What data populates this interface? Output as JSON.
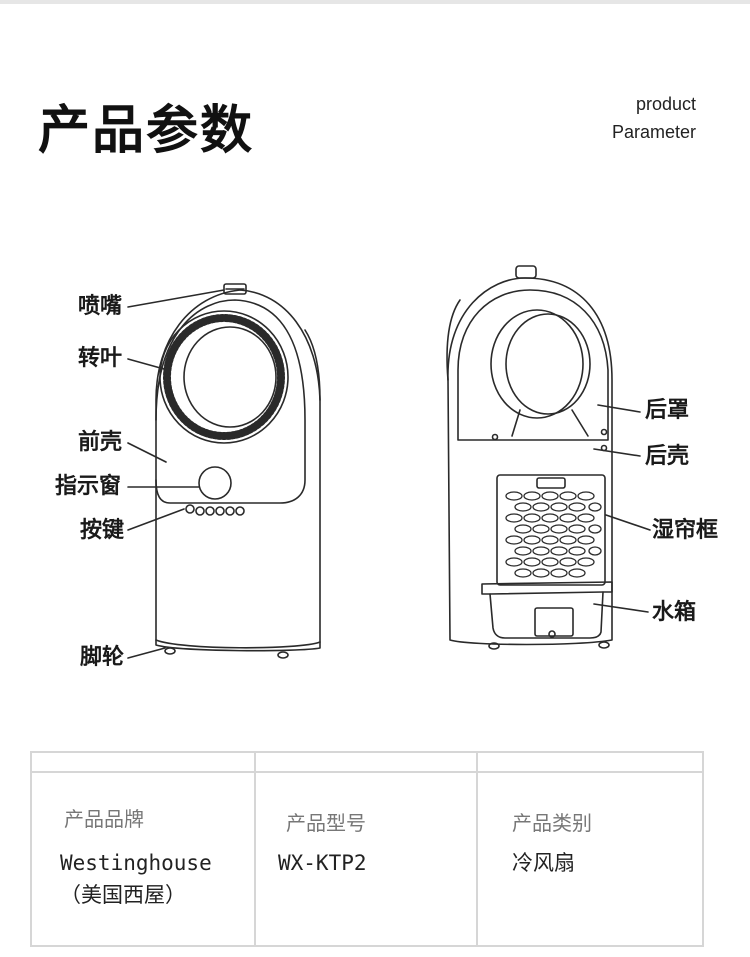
{
  "header": {
    "title": "产品参数",
    "subtitle_line1": "product",
    "subtitle_line2": "Parameter"
  },
  "front_labels": [
    "喷嘴",
    "转叶",
    "前壳",
    "指示窗",
    "按键",
    "脚轮"
  ],
  "back_labels": [
    "后罩",
    "后壳",
    "湿帘框",
    "水箱"
  ],
  "spec_table": [
    {
      "heading": "产品品牌",
      "value_line1": "Westinghouse",
      "value_line2": "（美国西屋）"
    },
    {
      "heading": "产品型号",
      "value_line1": "WX-KTP2",
      "value_line2": ""
    },
    {
      "heading": "产品类别",
      "value_line1": "冷风扇",
      "value_line2": ""
    }
  ],
  "colors": {
    "line": "#2a2a2a",
    "table_border": "#d6d6d6",
    "heading_text": "#777777"
  }
}
